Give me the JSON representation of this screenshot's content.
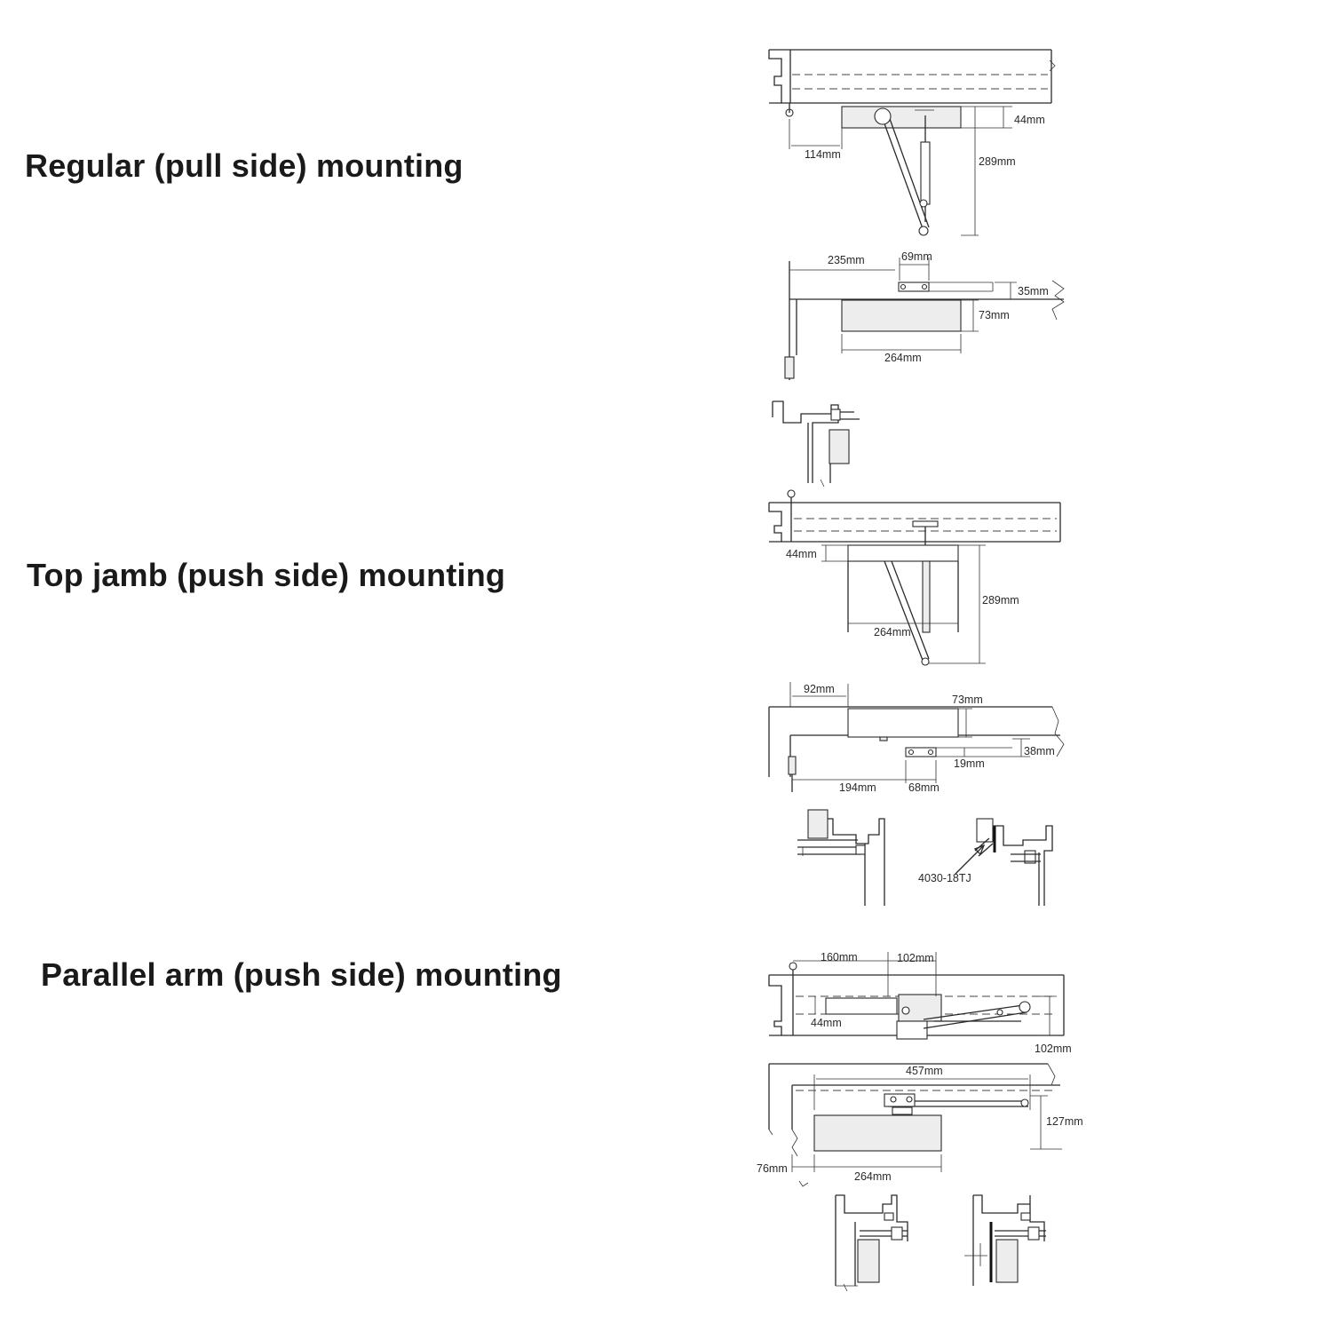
{
  "titles": {
    "regular": "Regular (pull side) mounting",
    "top_jamb": "Top jamb (push side) mounting",
    "parallel": "Parallel arm (push side) mounting"
  },
  "regular": {
    "plan": {
      "d44": "44mm",
      "d114": "114mm",
      "d289": "289mm"
    },
    "elevation": {
      "d235": "235mm",
      "d69": "69mm",
      "d35": "35mm",
      "d73": "73mm",
      "d264": "264mm"
    }
  },
  "top_jamb": {
    "plan": {
      "d44": "44mm",
      "d264": "264mm",
      "d289": "289mm"
    },
    "elevation": {
      "d92": "92mm",
      "d73": "73mm",
      "d38": "38mm",
      "d19": "19mm",
      "d194": "194mm",
      "d68": "68mm"
    },
    "bracket_label": "4030-18TJ"
  },
  "parallel": {
    "plan": {
      "d160": "160mm",
      "d102a": "102mm",
      "d44": "44mm",
      "d102b": "102mm"
    },
    "elevation": {
      "d457": "457mm",
      "d127": "127mm",
      "d76": "76mm",
      "d264": "264mm"
    }
  }
}
